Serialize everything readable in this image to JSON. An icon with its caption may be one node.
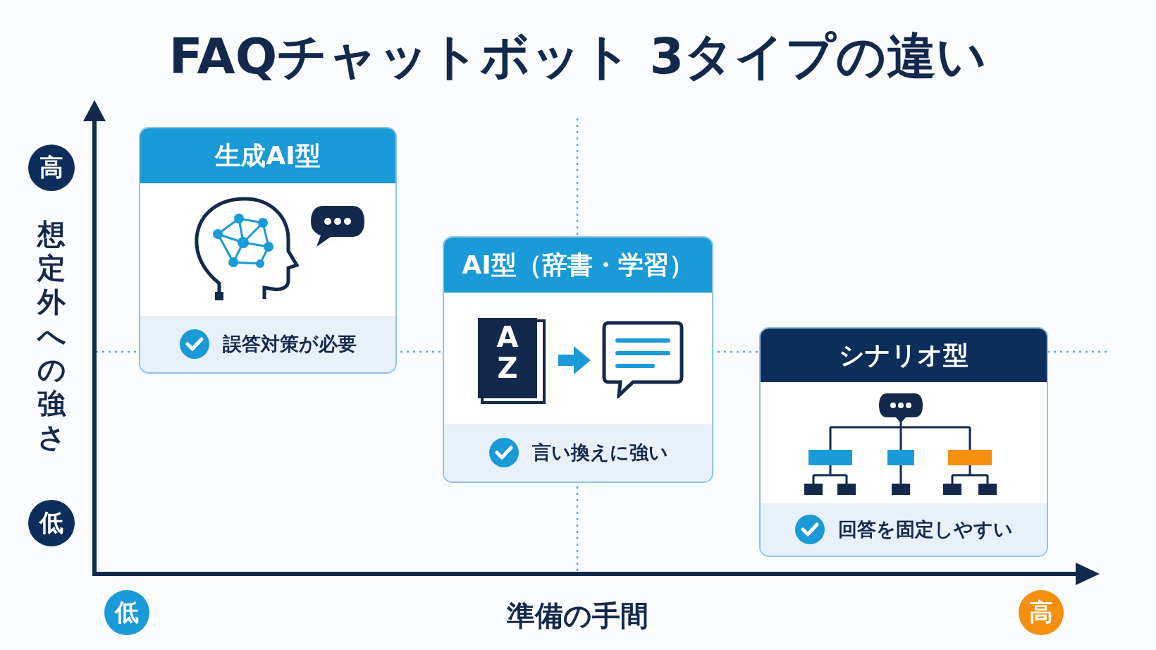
{
  "diagram": {
    "title": "FAQチャットボット 3タイプの違い",
    "nodes": [
      {
        "text": [
          "生成AI型",
          "誤答対策が必要"
        ]
      },
      {
        "text": [
          "AI型（辞書・学習）",
          "言い換えに強い"
        ]
      },
      {
        "text": [
          "シナリオ型",
          "回答を固定しやすい"
        ]
      }
    ],
    "labels": [
      "高",
      "想定外への強さ",
      "低",
      "低",
      "準備の手間",
      "高",
      "A",
      "Z"
    ]
  }
}
